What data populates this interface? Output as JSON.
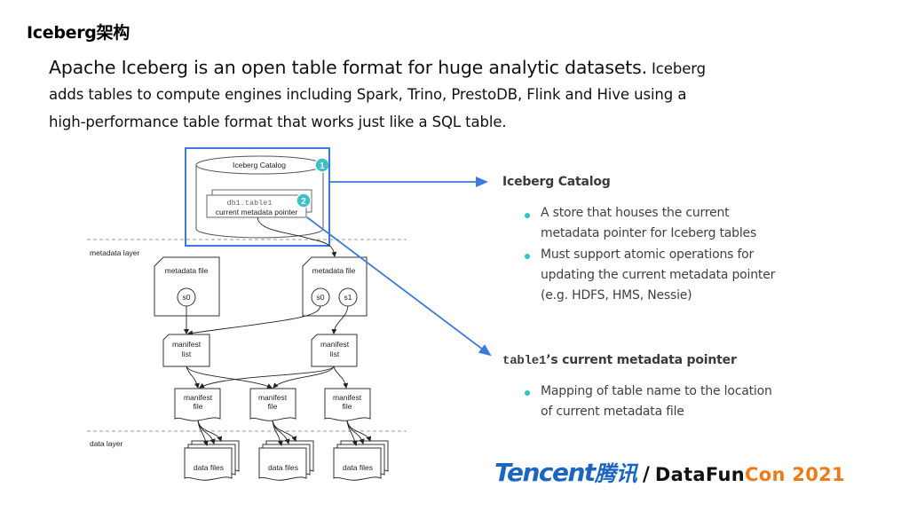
{
  "slide": {
    "title": "Iceberg架构",
    "intro": {
      "lead": "Apache Iceberg is an open table format for huge analytic datasets.",
      "line1_tail": "Iceberg",
      "line2": "adds tables to compute engines including Spark, Trino, PrestoDB, Flink and Hive using a",
      "line3": "high-performance table format that works just like a SQL table."
    }
  },
  "diagram": {
    "catalog_label": "Iceberg Catalog",
    "badge1": "1",
    "badge2": "2",
    "table_name": "db1.table1",
    "pointer_label": "current metadata pointer",
    "metadata_layer_label": "metadata layer",
    "data_layer_label": "data layer",
    "metadata_files": [
      {
        "label": "metadata file",
        "snapshots": [
          "s0"
        ]
      },
      {
        "label": "metadata file",
        "snapshots": [
          "s0",
          "s1"
        ]
      }
    ],
    "manifest_lists": [
      {
        "line1": "manifest",
        "line2": "list"
      },
      {
        "line1": "manifest",
        "line2": "list"
      }
    ],
    "manifest_files": [
      {
        "line1": "manifest",
        "line2": "file"
      },
      {
        "line1": "manifest",
        "line2": "file"
      },
      {
        "line1": "manifest",
        "line2": "file"
      }
    ],
    "data_files": [
      {
        "label": "data files"
      },
      {
        "label": "data files"
      },
      {
        "label": "data files"
      }
    ],
    "colors": {
      "callout": "#3b7ad9",
      "badge": "#3fbfc7",
      "bullet": "#2cc5cc"
    }
  },
  "callouts": [
    {
      "heading": "Iceberg Catalog",
      "bullets": [
        [
          "A store that houses the current",
          "metadata pointer for Iceberg tables"
        ],
        [
          "Must support atomic operations for",
          "updating the current metadata pointer",
          "(e.g. HDFS, HMS, Nessie)"
        ]
      ]
    },
    {
      "heading_code": "table1",
      "heading_rest": "’s current metadata pointer",
      "bullets": [
        [
          "Mapping of table name to the location",
          "of current metadata file"
        ]
      ]
    }
  ],
  "footer": {
    "tencent": "Tencent",
    "tencent_cn": "腾讯",
    "slash": "/",
    "datafun": "DataFun",
    "con": "Con 2021"
  }
}
